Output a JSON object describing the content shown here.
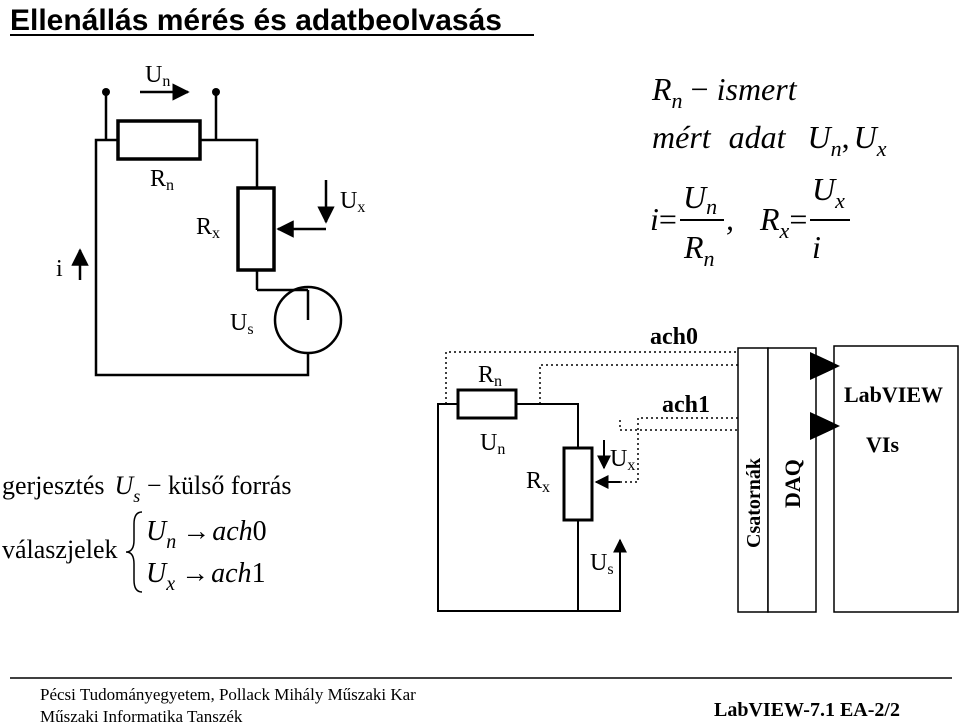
{
  "title": "Ellenállás mérés és adatbeolvasás",
  "circuit_top": {
    "un": {
      "main": "U",
      "sub": "n"
    },
    "rn": {
      "main": "R",
      "sub": "n"
    },
    "rx": {
      "main": "R",
      "sub": "x"
    },
    "ux": {
      "main": "U",
      "sub": "x"
    },
    "i": "i",
    "us": {
      "main": "U",
      "sub": "s"
    }
  },
  "equations": {
    "line1": {
      "var": "R",
      "sub": "n",
      "text": "ismert"
    },
    "line2": {
      "text1": "mért",
      "text2": "adat",
      "v1": "U",
      "s1": "n",
      "sep": ",",
      "v2": "U",
      "s2": "x"
    },
    "eq_i": {
      "lhs": "i",
      "eq": "=",
      "num": "U",
      "num_sub": "n",
      "den": "R",
      "den_sub": "n",
      "comma": ","
    },
    "eq_rx": {
      "lhs": "R",
      "lhs_sub": "x",
      "eq": "=",
      "num": "U",
      "num_sub": "x",
      "den": "i"
    }
  },
  "excitation": {
    "label": "gerjesztés",
    "var": "U",
    "sub": "s",
    "text": "külső forrás"
  },
  "responses": {
    "label": "válaszjelek",
    "rows": [
      {
        "var": "U",
        "sub": "n",
        "target": "ach",
        "num": "0"
      },
      {
        "var": "U",
        "sub": "x",
        "target": "ach",
        "num": "1"
      }
    ]
  },
  "circuit_bottom": {
    "rn": {
      "main": "R",
      "sub": "n"
    },
    "un": {
      "main": "U",
      "sub": "n"
    },
    "rx": {
      "main": "R",
      "sub": "x"
    },
    "ux": {
      "main": "U",
      "sub": "x"
    },
    "us": {
      "main": "U",
      "sub": "s"
    },
    "ach0": "ach0",
    "ach1": "ach1"
  },
  "blocks": {
    "csatornak": "Csatornák",
    "daq": "DAQ",
    "labview": "LabVIEW",
    "vis": "VIs"
  },
  "footer": {
    "line1": "Pécsi Tudományegyetem, Pollack Mihály Műszaki Kar",
    "line2": "Műszaki Informatika Tanszék",
    "right": "LabVIEW-7.1 EA-2/2"
  }
}
